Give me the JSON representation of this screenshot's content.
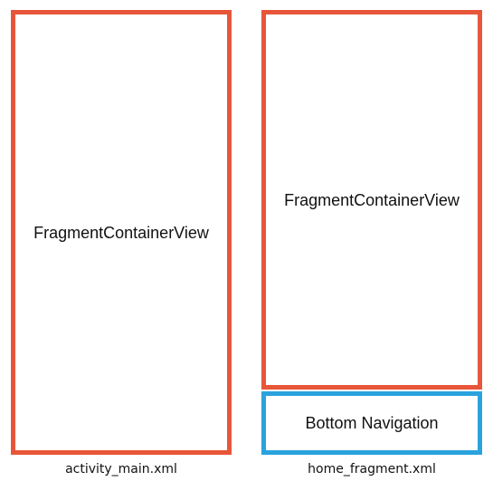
{
  "left_panel": {
    "container_label": "FragmentContainerView",
    "file_name": "activity_main.xml"
  },
  "right_panel": {
    "container_label": "FragmentContainerView",
    "bottom_nav_label": "Bottom Navigation",
    "file_name": "home_fragment.xml"
  },
  "colors": {
    "fragment_container_border": "#e8563a",
    "bottom_navigation_border": "#2aa3dd",
    "background": "#ffffff",
    "text": "#111111"
  }
}
